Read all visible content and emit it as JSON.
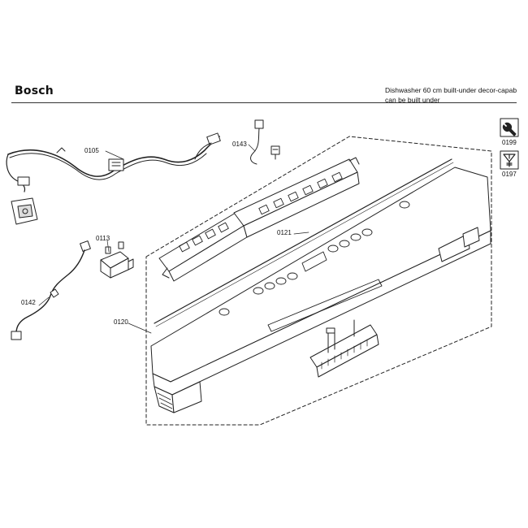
{
  "header": {
    "brand": "Bosch",
    "title_line1": "Dishwasher 60 cm built-under decor-capab",
    "title_line2": "can be built under"
  },
  "callouts": {
    "p0105": "0105",
    "p0143": "0143",
    "p0113": "0113",
    "p0121": "0121",
    "p0142": "0142",
    "p0120": "0120"
  },
  "symbols": {
    "s0199": "0199",
    "s0197": "0197",
    "s0199_icon": "wrench-icon",
    "s0197_icon": "screw-icon"
  }
}
